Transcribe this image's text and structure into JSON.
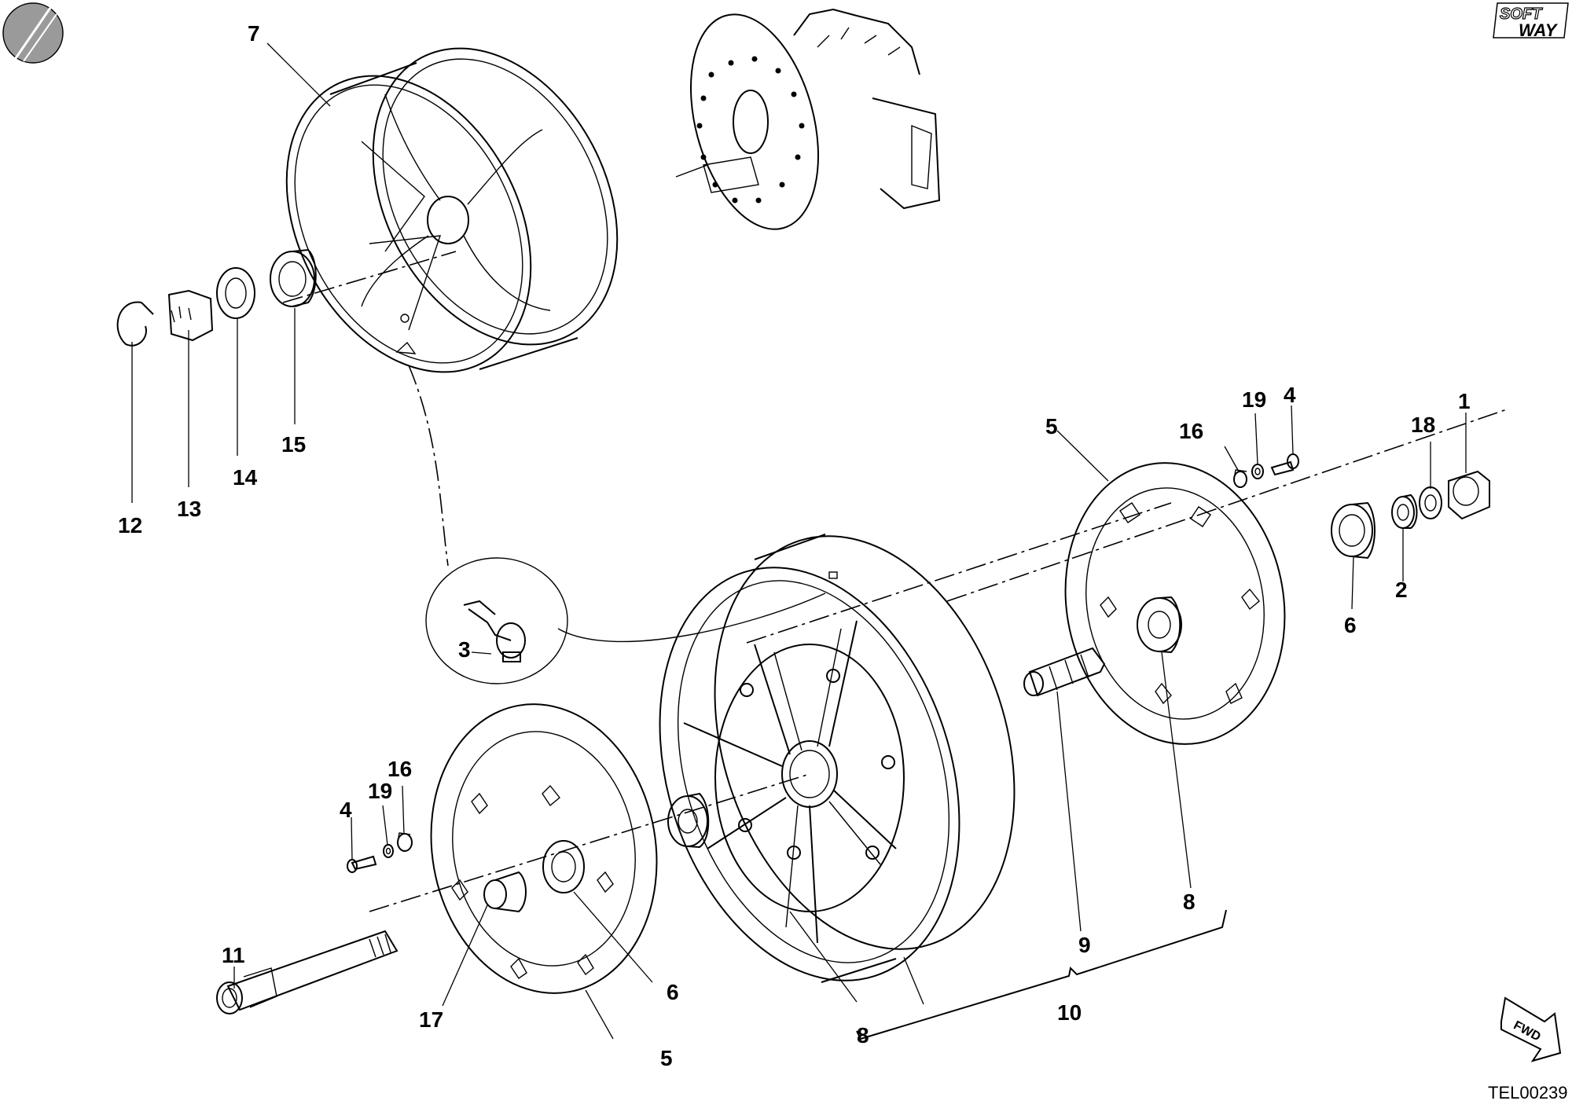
{
  "brand": {
    "line1": "SOFT",
    "line2": "WAY"
  },
  "doc_code": "TEL00239",
  "fwd_label": "FWD",
  "callouts": {
    "c1": "1",
    "c2": "2",
    "c3": "3",
    "c4_top": "4",
    "c4_bottom": "4",
    "c5_top": "5",
    "c5_bottom": "5",
    "c6_right": "6",
    "c6_left": "6",
    "c7": "7",
    "c8_right": "8",
    "c8_bottom": "8",
    "c9": "9",
    "c10": "10",
    "c11": "11",
    "c12": "12",
    "c13": "13",
    "c14": "14",
    "c15": "15",
    "c16_top": "16",
    "c16_bottom": "16",
    "c17": "17",
    "c18": "18",
    "c19_top": "19",
    "c19_bottom": "19"
  }
}
